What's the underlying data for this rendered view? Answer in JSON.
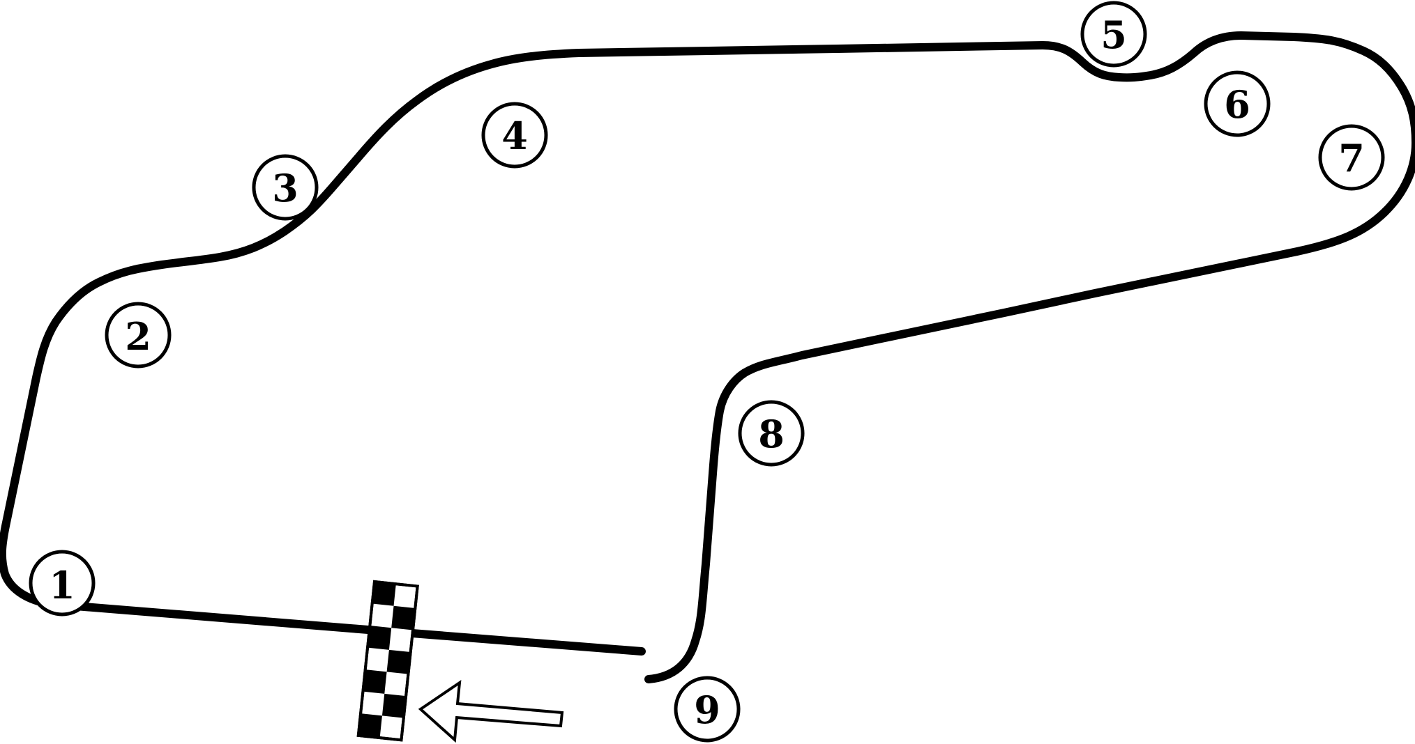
{
  "map": {
    "colors": {
      "track": "#000000",
      "background": "#ffffff",
      "flag_dark": "#000000",
      "flag_light": "#ffffff"
    },
    "corners": [
      {
        "label": "1"
      },
      {
        "label": "2"
      },
      {
        "label": "3"
      },
      {
        "label": "4"
      },
      {
        "label": "5"
      },
      {
        "label": "6"
      },
      {
        "label": "7"
      },
      {
        "label": "8"
      },
      {
        "label": "9"
      }
    ],
    "start_finish": {
      "icon": "checkered-flag-icon"
    },
    "direction": {
      "icon": "arrow-left-icon"
    }
  }
}
